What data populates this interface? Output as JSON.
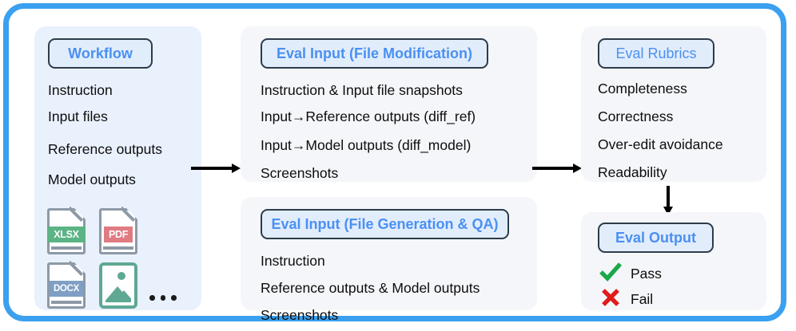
{
  "diagram": {
    "title": "Evaluation workflow overview",
    "accent_color": "#3aa0ef",
    "pill_text_color": "#4a90f2",
    "pill_border_color": "#2d3b4a",
    "panel_blue": "#e9f1fd",
    "panel_gray": "#f5f6f9"
  },
  "workflow": {
    "title": "Workflow",
    "items": [
      "Instruction",
      "Input files",
      "Reference outputs",
      "Model outputs"
    ],
    "file_icons": [
      {
        "name": "xlsx-file-icon",
        "label": "XLSX",
        "color": "#5cb385"
      },
      {
        "name": "pdf-file-icon",
        "label": "PDF",
        "color": "#e07b82"
      },
      {
        "name": "docx-file-icon",
        "label": "DOCX",
        "color": "#7f9fc4"
      },
      {
        "name": "image-file-icon",
        "label": "",
        "color": "#5fa893"
      }
    ],
    "ellipsis": "..."
  },
  "eval_input_modification": {
    "title": "Eval Input (File Modification)",
    "items": [
      "Instruction & Input file snapshots",
      "Input→Reference outputs (diff_ref)",
      "Input→Model outputs (diff_model)",
      "Screenshots"
    ]
  },
  "eval_input_generation": {
    "title": "Eval Input (File Generation & QA)",
    "items": [
      "Instruction",
      "Reference outputs & Model outputs",
      "Screenshots"
    ]
  },
  "eval_rubrics": {
    "title": "Eval Rubrics",
    "items": [
      "Completeness",
      "Correctness",
      "Over-edit avoidance",
      "Readability"
    ]
  },
  "eval_output": {
    "title": "Eval Output",
    "results": [
      {
        "icon": "check-icon",
        "label": "Pass",
        "color": "#1aa84a"
      },
      {
        "icon": "cross-icon",
        "label": "Fail",
        "color": "#e01b1b"
      }
    ]
  },
  "arrows": [
    {
      "name": "arrow-workflow-to-eval-input",
      "direction": "right"
    },
    {
      "name": "arrow-eval-input-to-rubrics",
      "direction": "right"
    },
    {
      "name": "arrow-rubrics-to-output",
      "direction": "down"
    }
  ]
}
